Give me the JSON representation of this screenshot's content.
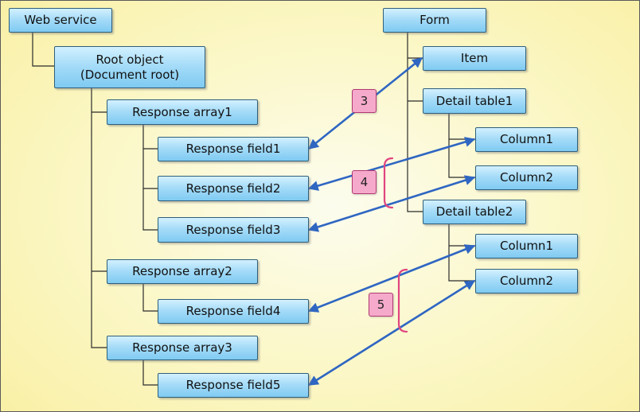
{
  "left_tree": {
    "web_service": "Web service",
    "root_object": "Root object\n(Document root)",
    "response_array1": "Response array1",
    "response_field1": "Response field1",
    "response_field2": "Response field2",
    "response_field3": "Response field3",
    "response_array2": "Response array2",
    "response_field4": "Response field4",
    "response_array3": "Response array3",
    "response_field5": "Response field5"
  },
  "right_tree": {
    "form": "Form",
    "item": "Item",
    "detail_table1": "Detail table1",
    "dt1_column1": "Column1",
    "dt1_column2": "Column2",
    "detail_table2": "Detail table2",
    "dt2_column1": "Column1",
    "dt2_column2": "Column2"
  },
  "badges": {
    "b3": "3",
    "b4": "4",
    "b5": "5"
  },
  "colors": {
    "tree_line": "#2b2b2b",
    "mapping_arrow": "#2f66c2",
    "bracket": "#e0457f",
    "box_fill": "#a6dcf8",
    "badge_fill": "#f6aacb"
  }
}
